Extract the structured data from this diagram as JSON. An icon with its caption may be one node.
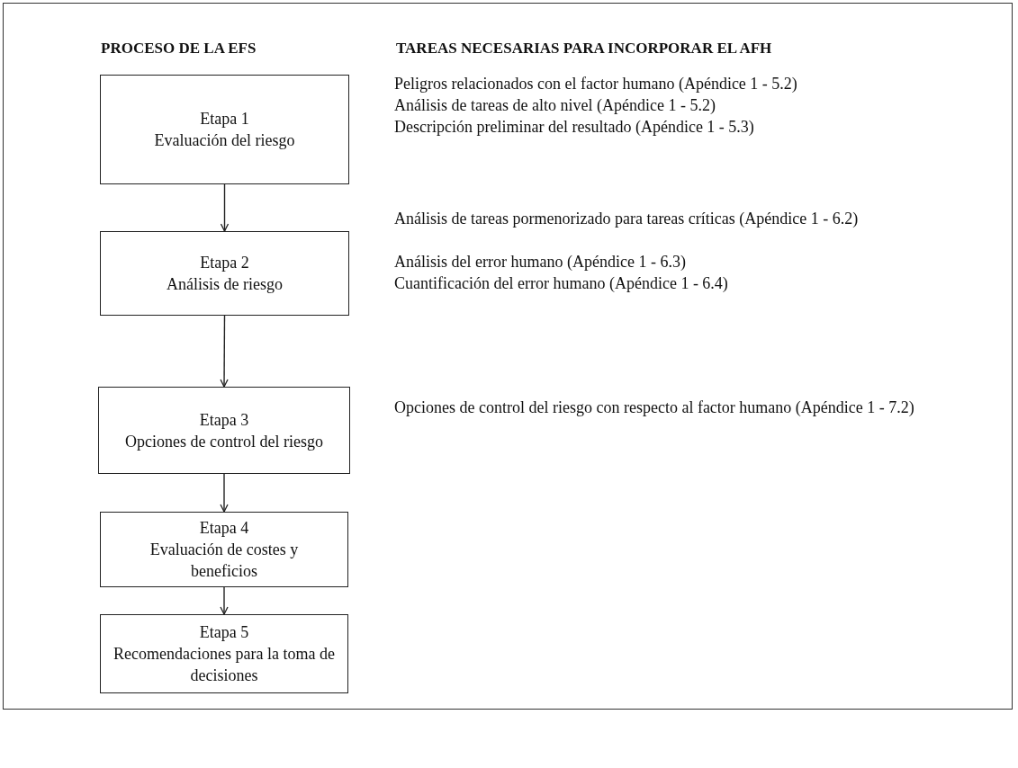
{
  "diagram": {
    "nodes": [
      {
        "text": [
          "Etapa 1",
          "Evaluación del riesgo"
        ]
      },
      {
        "text": [
          "Etapa 2",
          "Análisis de riesgo"
        ]
      },
      {
        "text": [
          "Etapa 3",
          "Opciones de control del riesgo"
        ]
      },
      {
        "text": [
          "Etapa 4",
          "Evaluación de costes y beneficios"
        ]
      },
      {
        "text": [
          "Etapa 5",
          "Recomendaciones para la toma de decisiones"
        ]
      }
    ],
    "edges": [
      {
        "from": 0,
        "to": 1,
        "arrow": "to"
      },
      {
        "from": 1,
        "to": 2,
        "arrow": "to"
      },
      {
        "from": 2,
        "to": 3,
        "arrow": "to"
      },
      {
        "from": 3,
        "to": 4,
        "arrow": "to"
      }
    ],
    "labels": [
      "PROCESO DE LA EFS",
      "TAREAS NECESARIAS PARA INCORPORAR EL AFH",
      "Peligros relacionados con el factor humano (Apéndice 1 - 5.2)",
      "Análisis de tareas de alto nivel (Apéndice 1 - 5.2)",
      "Descripción preliminar del resultado (Apéndice 1 - 5.3)",
      "Análisis de tareas pormenorizado para tareas críticas (Apéndice 1 - 6.2)",
      "Análisis del error humano (Apéndice 1 - 6.3)",
      "Cuantificación del error humano (Apéndice 1 - 6.4)",
      "Opciones de control del riesgo con respecto al factor humano (Apéndice 1 - 7.2)"
    ]
  }
}
